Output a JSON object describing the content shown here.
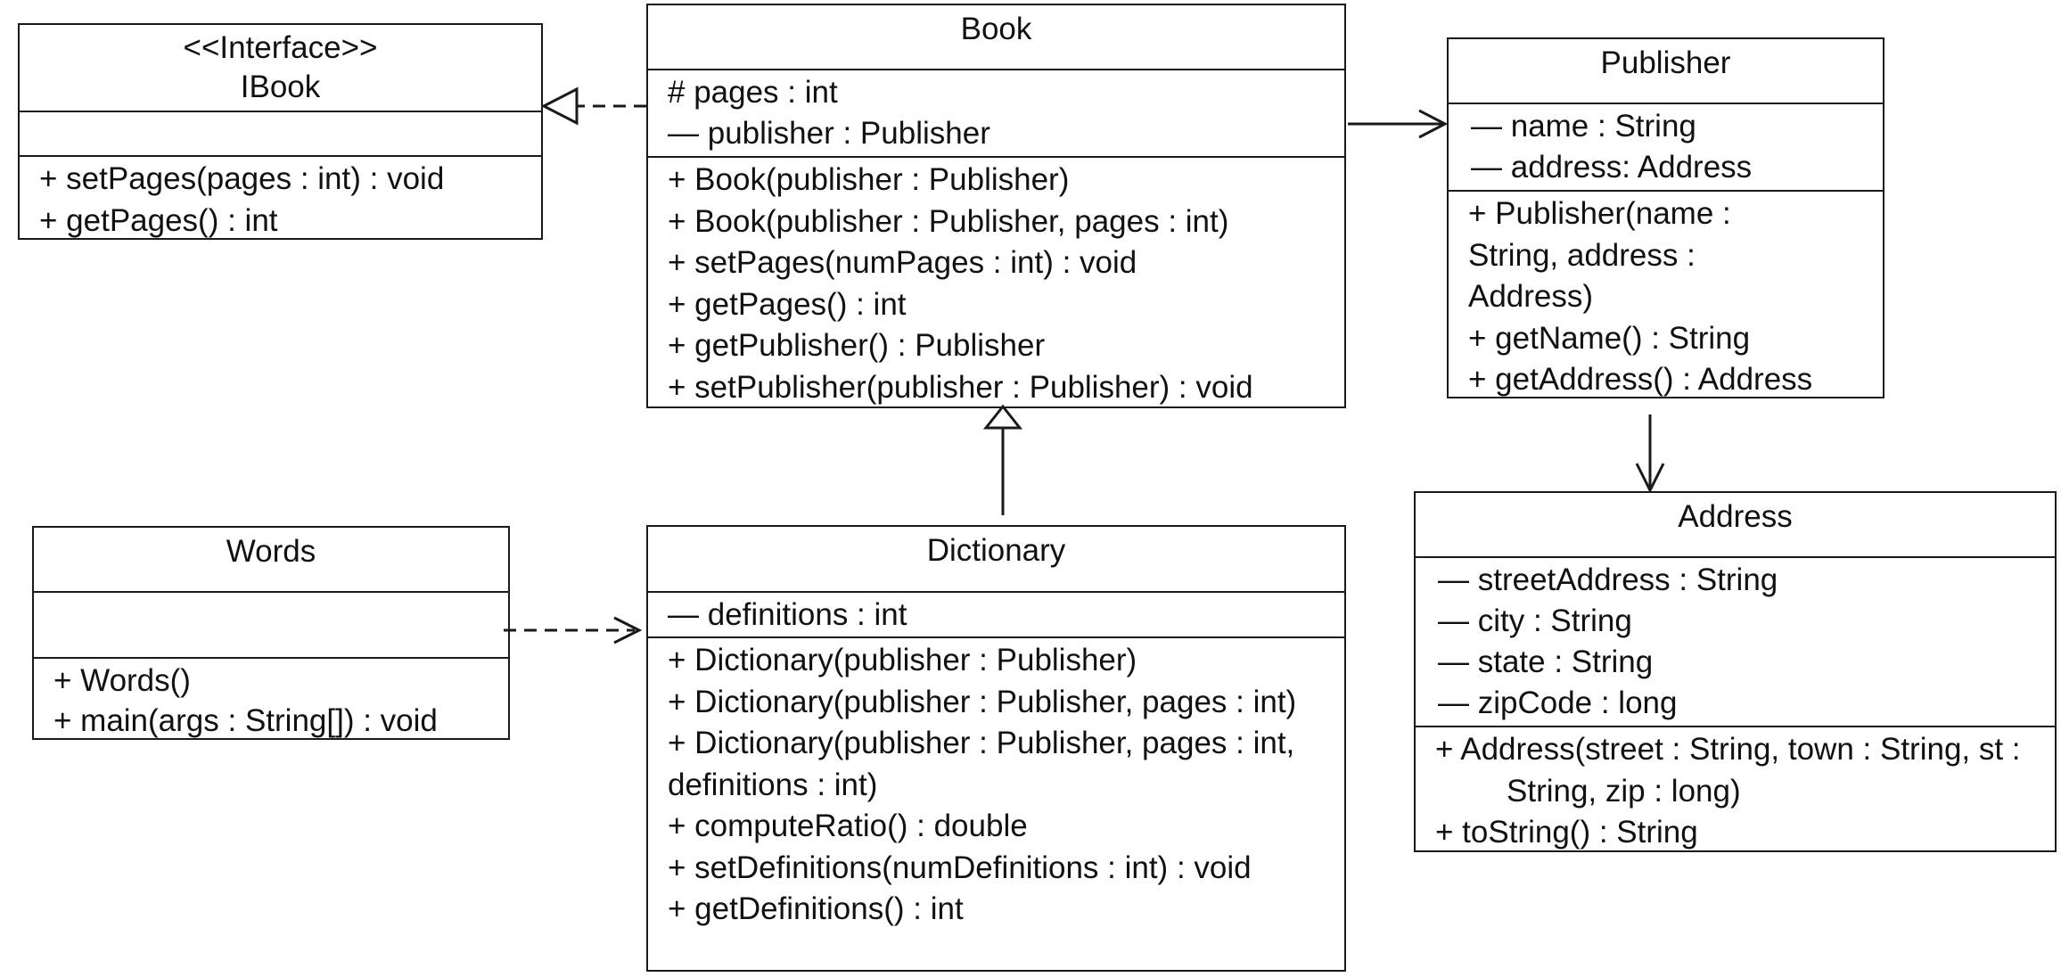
{
  "classes": {
    "ibook": {
      "stereotype": "<<Interface>>",
      "name": "IBook",
      "attributes": [],
      "operations": [
        "+ setPages(pages : int) : void",
        "+ getPages() : int"
      ]
    },
    "book": {
      "name": "Book",
      "attributes": [
        "# pages : int",
        "— publisher : Publisher"
      ],
      "operations": [
        "+ Book(publisher : Publisher)",
        "+ Book(publisher : Publisher, pages : int)",
        "+ setPages(numPages : int) : void",
        "+ getPages() : int",
        "+ getPublisher() : Publisher",
        "+ setPublisher(publisher : Publisher) : void"
      ]
    },
    "publisher": {
      "name": "Publisher",
      "attributes": [
        "— name : String",
        "— address: Address"
      ],
      "operations": [
        "+ Publisher(name : String, address : Address)",
        "+ getName() : String",
        "+ getAddress() : Address"
      ]
    },
    "words": {
      "name": "Words",
      "attributes": [],
      "operations": [
        "+ Words()",
        "+ main(args : String[]) : void"
      ]
    },
    "dictionary": {
      "name": "Dictionary",
      "attributes": [
        "— definitions : int"
      ],
      "operations": [
        "+ Dictionary(publisher : Publisher)",
        "+ Dictionary(publisher : Publisher, pages : int)",
        "+  Dictionary(publisher : Publisher, pages : int, definitions : int)",
        "+ computeRatio() : double",
        "+ setDefinitions(numDefinitions : int) : void",
        "+ getDefinitions() : int"
      ]
    },
    "address": {
      "name": "Address",
      "attributes": [
        "— streetAddress : String",
        "— city : String",
        "— state : String",
        "— zipCode : long"
      ],
      "operations": [
        "+ Address(street : String, town : String, st : String, zip : long)",
        "+ toString() : String"
      ]
    }
  },
  "relations": [
    {
      "kind": "realization",
      "from": "Book",
      "to": "IBook"
    },
    {
      "kind": "association",
      "from": "Book",
      "to": "Publisher"
    },
    {
      "kind": "association",
      "from": "Publisher",
      "to": "Address"
    },
    {
      "kind": "generalization",
      "from": "Dictionary",
      "to": "Book"
    },
    {
      "kind": "dependency",
      "from": "Words",
      "to": "Dictionary"
    }
  ]
}
